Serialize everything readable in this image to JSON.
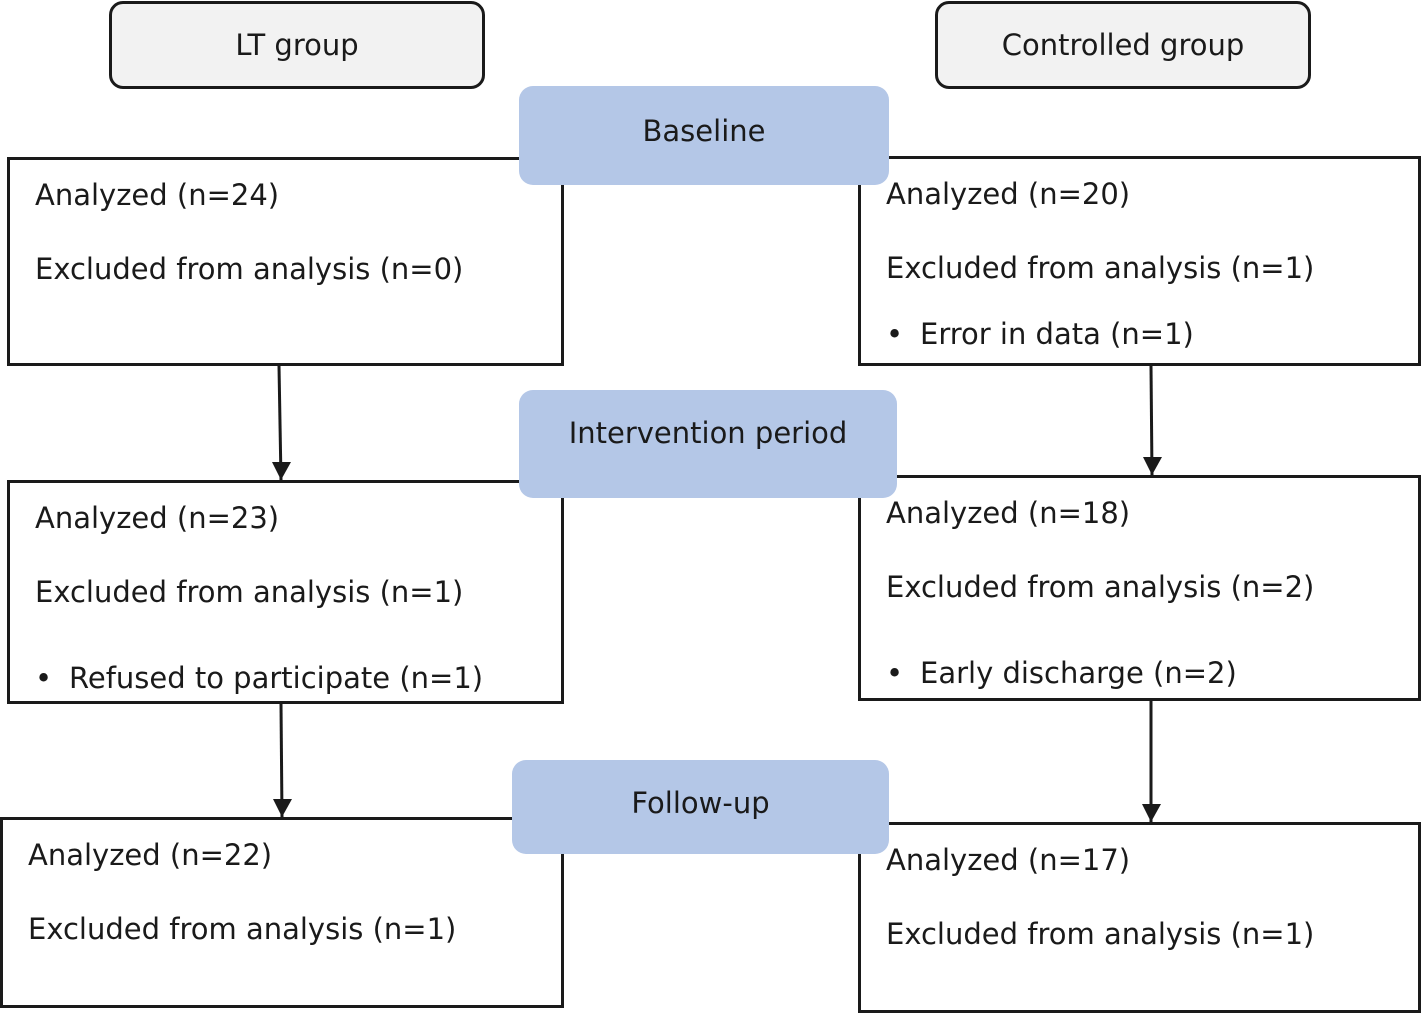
{
  "groups": {
    "lt": {
      "title": "LT group"
    },
    "controlled": {
      "title": "Controlled group"
    }
  },
  "phases": {
    "baseline": "Baseline",
    "intervention": "Intervention period",
    "followup": "Follow-up"
  },
  "lt": {
    "baseline": {
      "analyzed": "Analyzed (n=24)",
      "excluded": "Excluded from analysis (n=0)"
    },
    "intervention": {
      "analyzed": "Analyzed (n=23)",
      "excluded": "Excluded from analysis (n=1)",
      "reason": "Refused to participate (n=1)"
    },
    "followup": {
      "analyzed": "Analyzed (n=22)",
      "excluded": "Excluded from analysis (n=1)"
    }
  },
  "controlled": {
    "baseline": {
      "analyzed": "Analyzed (n=20)",
      "excluded": "Excluded from analysis (n=1)",
      "reason": "Error in data (n=1)"
    },
    "intervention": {
      "analyzed": "Analyzed (n=18)",
      "excluded": "Excluded from analysis (n=2)",
      "reason": "Early discharge (n=2)"
    },
    "followup": {
      "analyzed": "Analyzed (n=17)",
      "excluded": "Excluded from analysis (n=1)"
    }
  },
  "bullet": "•"
}
